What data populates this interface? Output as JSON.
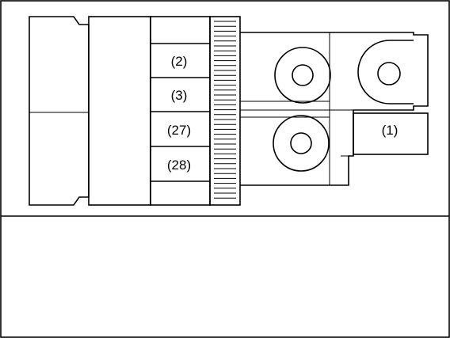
{
  "diagram": {
    "labels": {
      "slot_2": "(2)",
      "slot_3": "(3)",
      "slot_27": "(27)",
      "slot_28": "(28)",
      "item_1": "(1)"
    }
  }
}
